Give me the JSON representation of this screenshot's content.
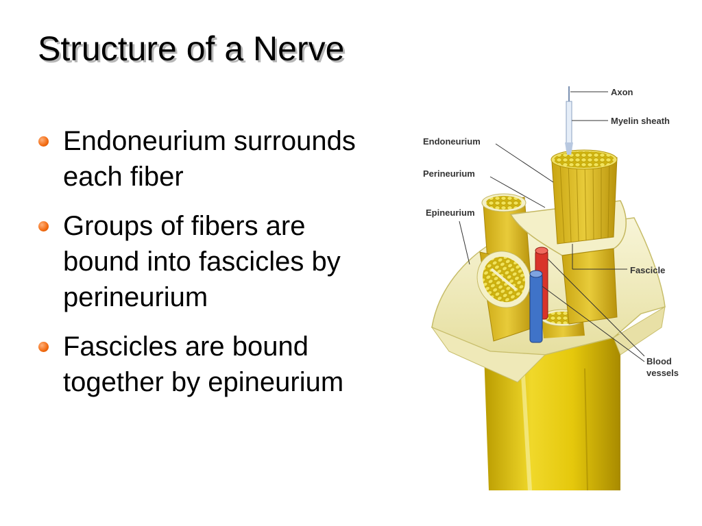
{
  "slide": {
    "title": "Structure of a Nerve",
    "bullets": [
      "Endoneurium surrounds each fiber",
      "Groups of fibers are bound into fascicles by perineurium",
      "Fascicles are bound together by epineurium"
    ]
  },
  "diagram": {
    "labels": {
      "axon": "Axon",
      "myelin_sheath": "Myelin sheath",
      "endoneurium": "Endoneurium",
      "perineurium": "Perineurium",
      "epineurium": "Epineurium",
      "fascicle": "Fascicle",
      "blood_vessels_line1": "Blood",
      "blood_vessels_line2": "vessels"
    },
    "colors": {
      "nerve_yellow": "#e3c80a",
      "fiber_yellow": "#d9b71a",
      "sheath_cream": "#f3efc2",
      "artery_red": "#d9342a",
      "vein_blue": "#3f73c8",
      "bullet_orange": "#f26a10"
    }
  }
}
